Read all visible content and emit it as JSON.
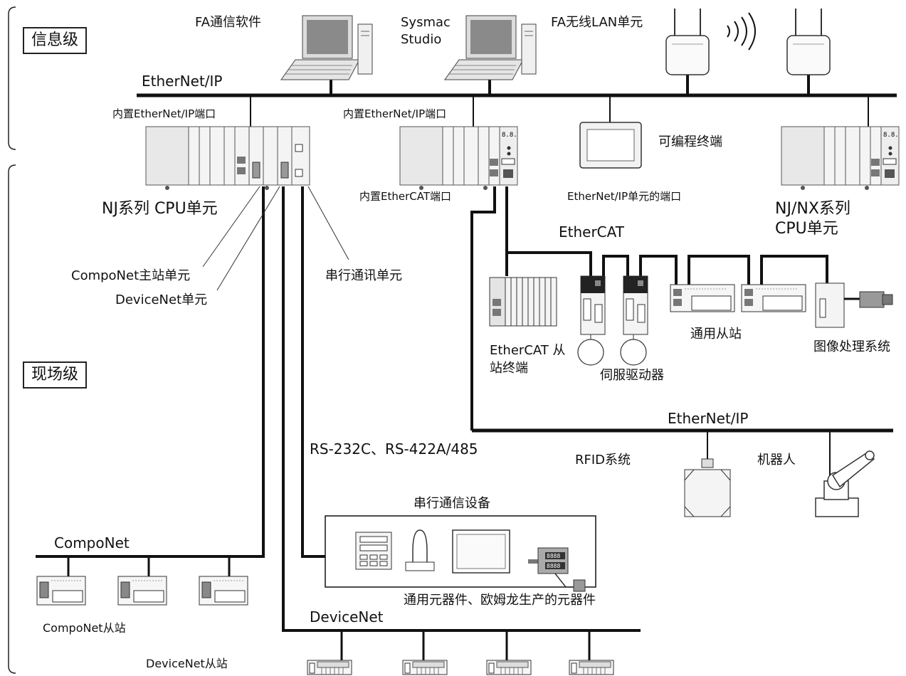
{
  "levels": {
    "info": "信息级",
    "field": "现场级"
  },
  "networks": {
    "ethernet_ip_top": "EtherNet/IP",
    "ethercat": "EtherCAT",
    "ethernet_ip_lower": "EtherNet/IP",
    "compo": "CompoNet",
    "device": "DeviceNet",
    "serial": "RS-232C、RS-422A/485"
  },
  "labels": {
    "fa_software": "FA通信软件",
    "sysmac_line1": "Sysmac",
    "sysmac_line2": "Studio",
    "fa_wireless": "FA无线LAN单元",
    "builtin_eip_1": "内置EtherNet/IP端口",
    "builtin_eip_2": "内置EtherNet/IP端口",
    "programmable_terminal": "可编程终端",
    "eip_unit_port": "EtherNet/IP单元的端口",
    "builtin_ecat": "内置EtherCAT端口",
    "nj_cpu": "NJ系列 CPU单元",
    "njnx_line1": "NJ/NX系列",
    "njnx_line2": "CPU单元",
    "componet_master": "CompoNet主站单元",
    "devicenet_unit": "DeviceNet单元",
    "serial_unit": "串行通讯单元",
    "ecat_slave_line1": "EtherCAT 从",
    "ecat_slave_line2": "站终端",
    "servo": "伺服驱动器",
    "general_slave": "通用从站",
    "vision": "图像处理系统",
    "rfid": "RFID系统",
    "robot": "机器人",
    "serial_devices": "串行通信设备",
    "general_components": "通用元器件、欧姆龙生产的元器件",
    "componet_slave": "CompoNet从站",
    "devicenet_slave": "DeviceNet从站"
  },
  "icons": [
    "laptop-icon",
    "wireless-unit-icon",
    "wireless-signal-icon",
    "plc-rack-icon",
    "touch-panel-icon",
    "servo-drive-icon",
    "motor-icon",
    "camera-icon",
    "rfid-reader-icon",
    "robot-arm-icon",
    "barcode-scanner-icon",
    "controller-icon"
  ]
}
